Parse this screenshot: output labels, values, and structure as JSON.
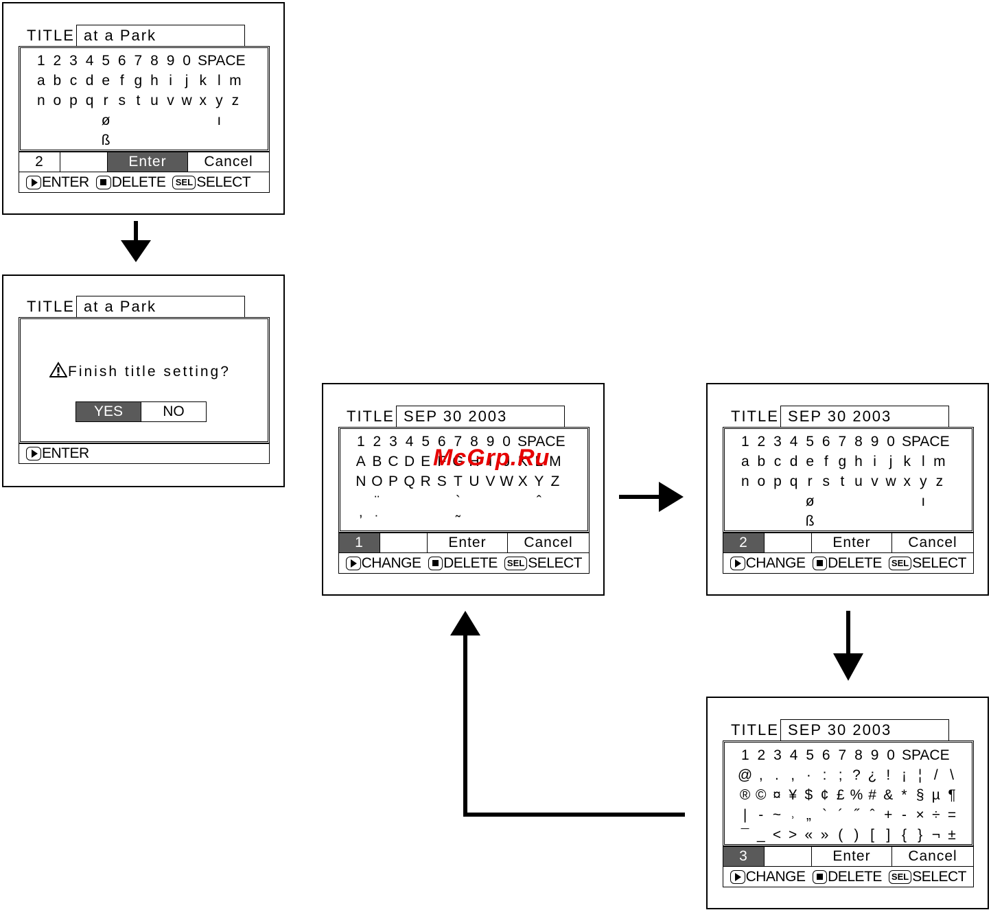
{
  "common": {
    "title_label": "TITLE",
    "enter": "Enter",
    "cancel": "Cancel",
    "hint_change": "CHANGE",
    "hint_enter": "ENTER",
    "hint_delete": "DELETE",
    "hint_select": "SELECT",
    "sel_icon_text": "SEL"
  },
  "screen1": {
    "title_value_first": "a",
    "title_value_rest": "t a Park",
    "rows": [
      [
        "1",
        "2",
        "3",
        "4",
        "5",
        "6",
        "7",
        "8",
        "9",
        "0",
        "SPACE"
      ],
      [
        "a",
        "b",
        "c",
        "d",
        "e",
        "f",
        "g",
        "h",
        "i",
        "j",
        "k",
        "l",
        "m"
      ],
      [
        "n",
        "o",
        "p",
        "q",
        "r",
        "s",
        "t",
        "u",
        "v",
        "w",
        "x",
        "y",
        "z"
      ],
      [
        "",
        "",
        "",
        "",
        "ø",
        "",
        "",
        "",
        "",
        "",
        "",
        "ı",
        ""
      ],
      [
        "",
        "",
        "",
        "",
        "ß",
        "",
        "",
        "",
        "",
        "",
        "",
        "",
        ""
      ]
    ],
    "mode": "2"
  },
  "screen2": {
    "title_value": "at a Park",
    "prompt": "Finish title setting?",
    "yes": "YES",
    "no": "NO"
  },
  "screen3": {
    "title_value_first": "S",
    "title_value_rest": "EP 30 2003",
    "rows": [
      [
        "1",
        "2",
        "3",
        "4",
        "5",
        "6",
        "7",
        "8",
        "9",
        "0",
        "SPACE"
      ],
      [
        "A",
        "B",
        "C",
        "D",
        "E",
        "F",
        "G",
        "H",
        "I",
        "J",
        "K",
        "L",
        "M"
      ],
      [
        "N",
        "O",
        "P",
        "Q",
        "R",
        "S",
        "T",
        "U",
        "V",
        "W",
        "X",
        "Y",
        "Z"
      ],
      [
        "",
        "¨",
        "",
        "",
        "",
        "",
        "`",
        "",
        "",
        "",
        "",
        "ˆ",
        ""
      ],
      [
        "ʼ",
        "˙",
        "",
        "",
        "",
        "",
        "˜",
        "",
        "",
        " ",
        "",
        "",
        ""
      ]
    ],
    "mode": "1"
  },
  "screen4": {
    "title_value_first": "S",
    "title_value_rest": "EP 30 2003",
    "rows": [
      [
        "1",
        "2",
        "3",
        "4",
        "5",
        "6",
        "7",
        "8",
        "9",
        "0",
        "SPACE"
      ],
      [
        "a",
        "b",
        "c",
        "d",
        "e",
        "f",
        "g",
        "h",
        "i",
        "j",
        "k",
        "l",
        "m"
      ],
      [
        "n",
        "o",
        "p",
        "q",
        "r",
        "s",
        "t",
        "u",
        "v",
        "w",
        "x",
        "y",
        "z"
      ],
      [
        "",
        "",
        "",
        "",
        "ø",
        "",
        "",
        "",
        "",
        "",
        "",
        "ı",
        ""
      ],
      [
        "",
        "",
        "",
        "",
        "ß",
        "",
        "",
        "",
        "",
        "",
        "",
        "",
        ""
      ]
    ],
    "mode": "2"
  },
  "screen5": {
    "title_value_first": "S",
    "title_value_rest": "EP 30 2003",
    "rows": [
      [
        "1",
        "2",
        "3",
        "4",
        "5",
        "6",
        "7",
        "8",
        "9",
        "0",
        "SPACE"
      ],
      [
        "@",
        ",",
        ".",
        ",",
        "·",
        ":",
        ";",
        "?",
        "¿",
        "!",
        "¡",
        "¦",
        "/",
        "\\"
      ],
      [
        "®",
        "©",
        "¤",
        "¥",
        "$",
        "¢",
        "£",
        "%",
        "#",
        "&",
        "*",
        "§",
        "µ",
        "¶"
      ],
      [
        "|",
        "-",
        "~",
        "˒",
        "„",
        "`",
        "´",
        "˝",
        "ˆ",
        "+",
        "-",
        "×",
        "÷",
        "="
      ],
      [
        "¯",
        "_",
        "<",
        ">",
        "«",
        "»",
        "(",
        ")",
        "[",
        "]",
        "{",
        "}",
        "¬",
        "±"
      ]
    ],
    "mode": "3"
  },
  "watermark": "McGrp.Ru"
}
